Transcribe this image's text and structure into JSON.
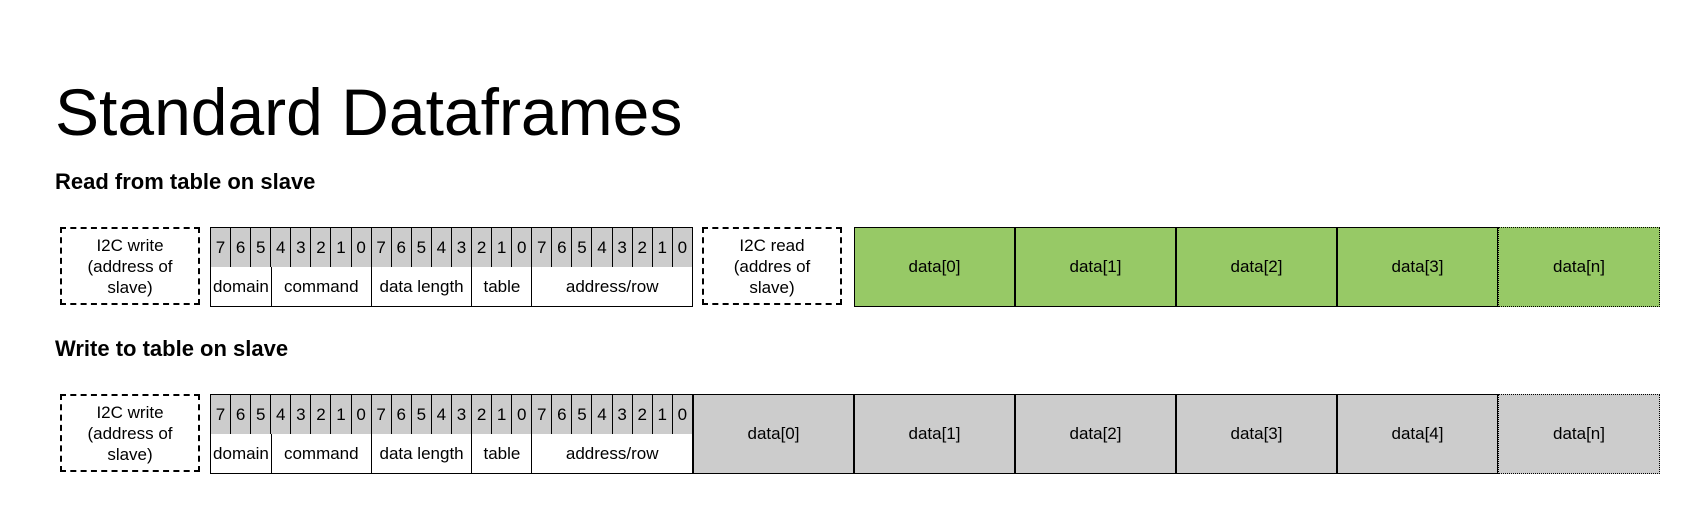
{
  "title": "Standard Dataframes",
  "read_frame": {
    "heading": "Read from table on slave",
    "i2c_write": [
      "I2C write",
      "(address of",
      "slave)"
    ],
    "i2c_read": [
      "I2C read",
      "(addres of",
      "slave)"
    ],
    "bits": [
      "7",
      "6",
      "5",
      "4",
      "3",
      "2",
      "1",
      "0",
      "7",
      "6",
      "5",
      "4",
      "3",
      "2",
      "1",
      "0",
      "7",
      "6",
      "5",
      "4",
      "3",
      "2",
      "1",
      "0"
    ],
    "fields": [
      "domain",
      "command",
      "data length",
      "table",
      "address/row"
    ],
    "data": [
      "data[0]",
      "data[1]",
      "data[2]",
      "data[3]",
      "data[n]"
    ],
    "data_color": "#97c966"
  },
  "write_frame": {
    "heading": "Write to table on slave",
    "i2c_write": [
      "I2C write",
      "(address of",
      "slave)"
    ],
    "bits": [
      "7",
      "6",
      "5",
      "4",
      "3",
      "2",
      "1",
      "0",
      "7",
      "6",
      "5",
      "4",
      "3",
      "2",
      "1",
      "0",
      "7",
      "6",
      "5",
      "4",
      "3",
      "2",
      "1",
      "0"
    ],
    "fields": [
      "domain",
      "command",
      "data length",
      "table",
      "address/row"
    ],
    "data": [
      "data[0]",
      "data[1]",
      "data[2]",
      "data[3]",
      "data[4]",
      "data[n]"
    ],
    "data_color": "#cccccc"
  },
  "colors": {
    "bit_fill": "#cccccc",
    "border": "#000000"
  }
}
